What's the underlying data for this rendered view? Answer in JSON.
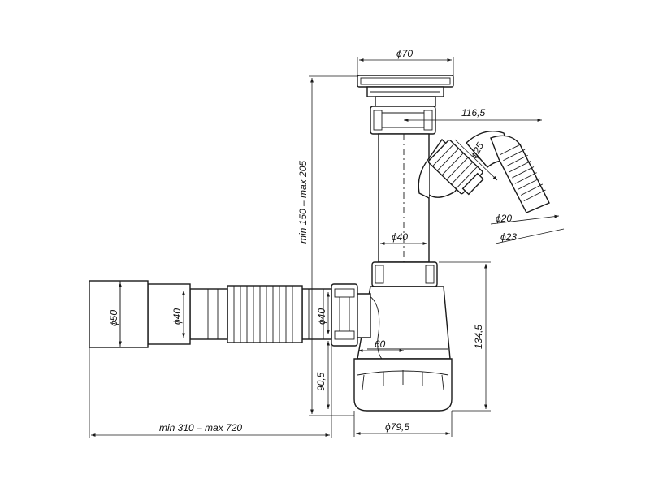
{
  "dimensions": {
    "top_diameter": "ϕ70",
    "offset_horizontal": "116,5",
    "side_diameter": "ϕ25",
    "hose_inner_diameter": "ϕ20",
    "hose_outer_diameter": "ϕ23",
    "vertical_height": "min 150 – max 205",
    "pipe_diameter": "ϕ40",
    "outlet_diameter": "ϕ50",
    "corrugated_diameter": "ϕ40",
    "nut_diameter": "ϕ40",
    "outlet_offset": "60",
    "bottle_height": "134,5",
    "outlet_height": "90,5",
    "bottle_diameter": "ϕ79,5",
    "length_range": "min 310 – max 720"
  }
}
